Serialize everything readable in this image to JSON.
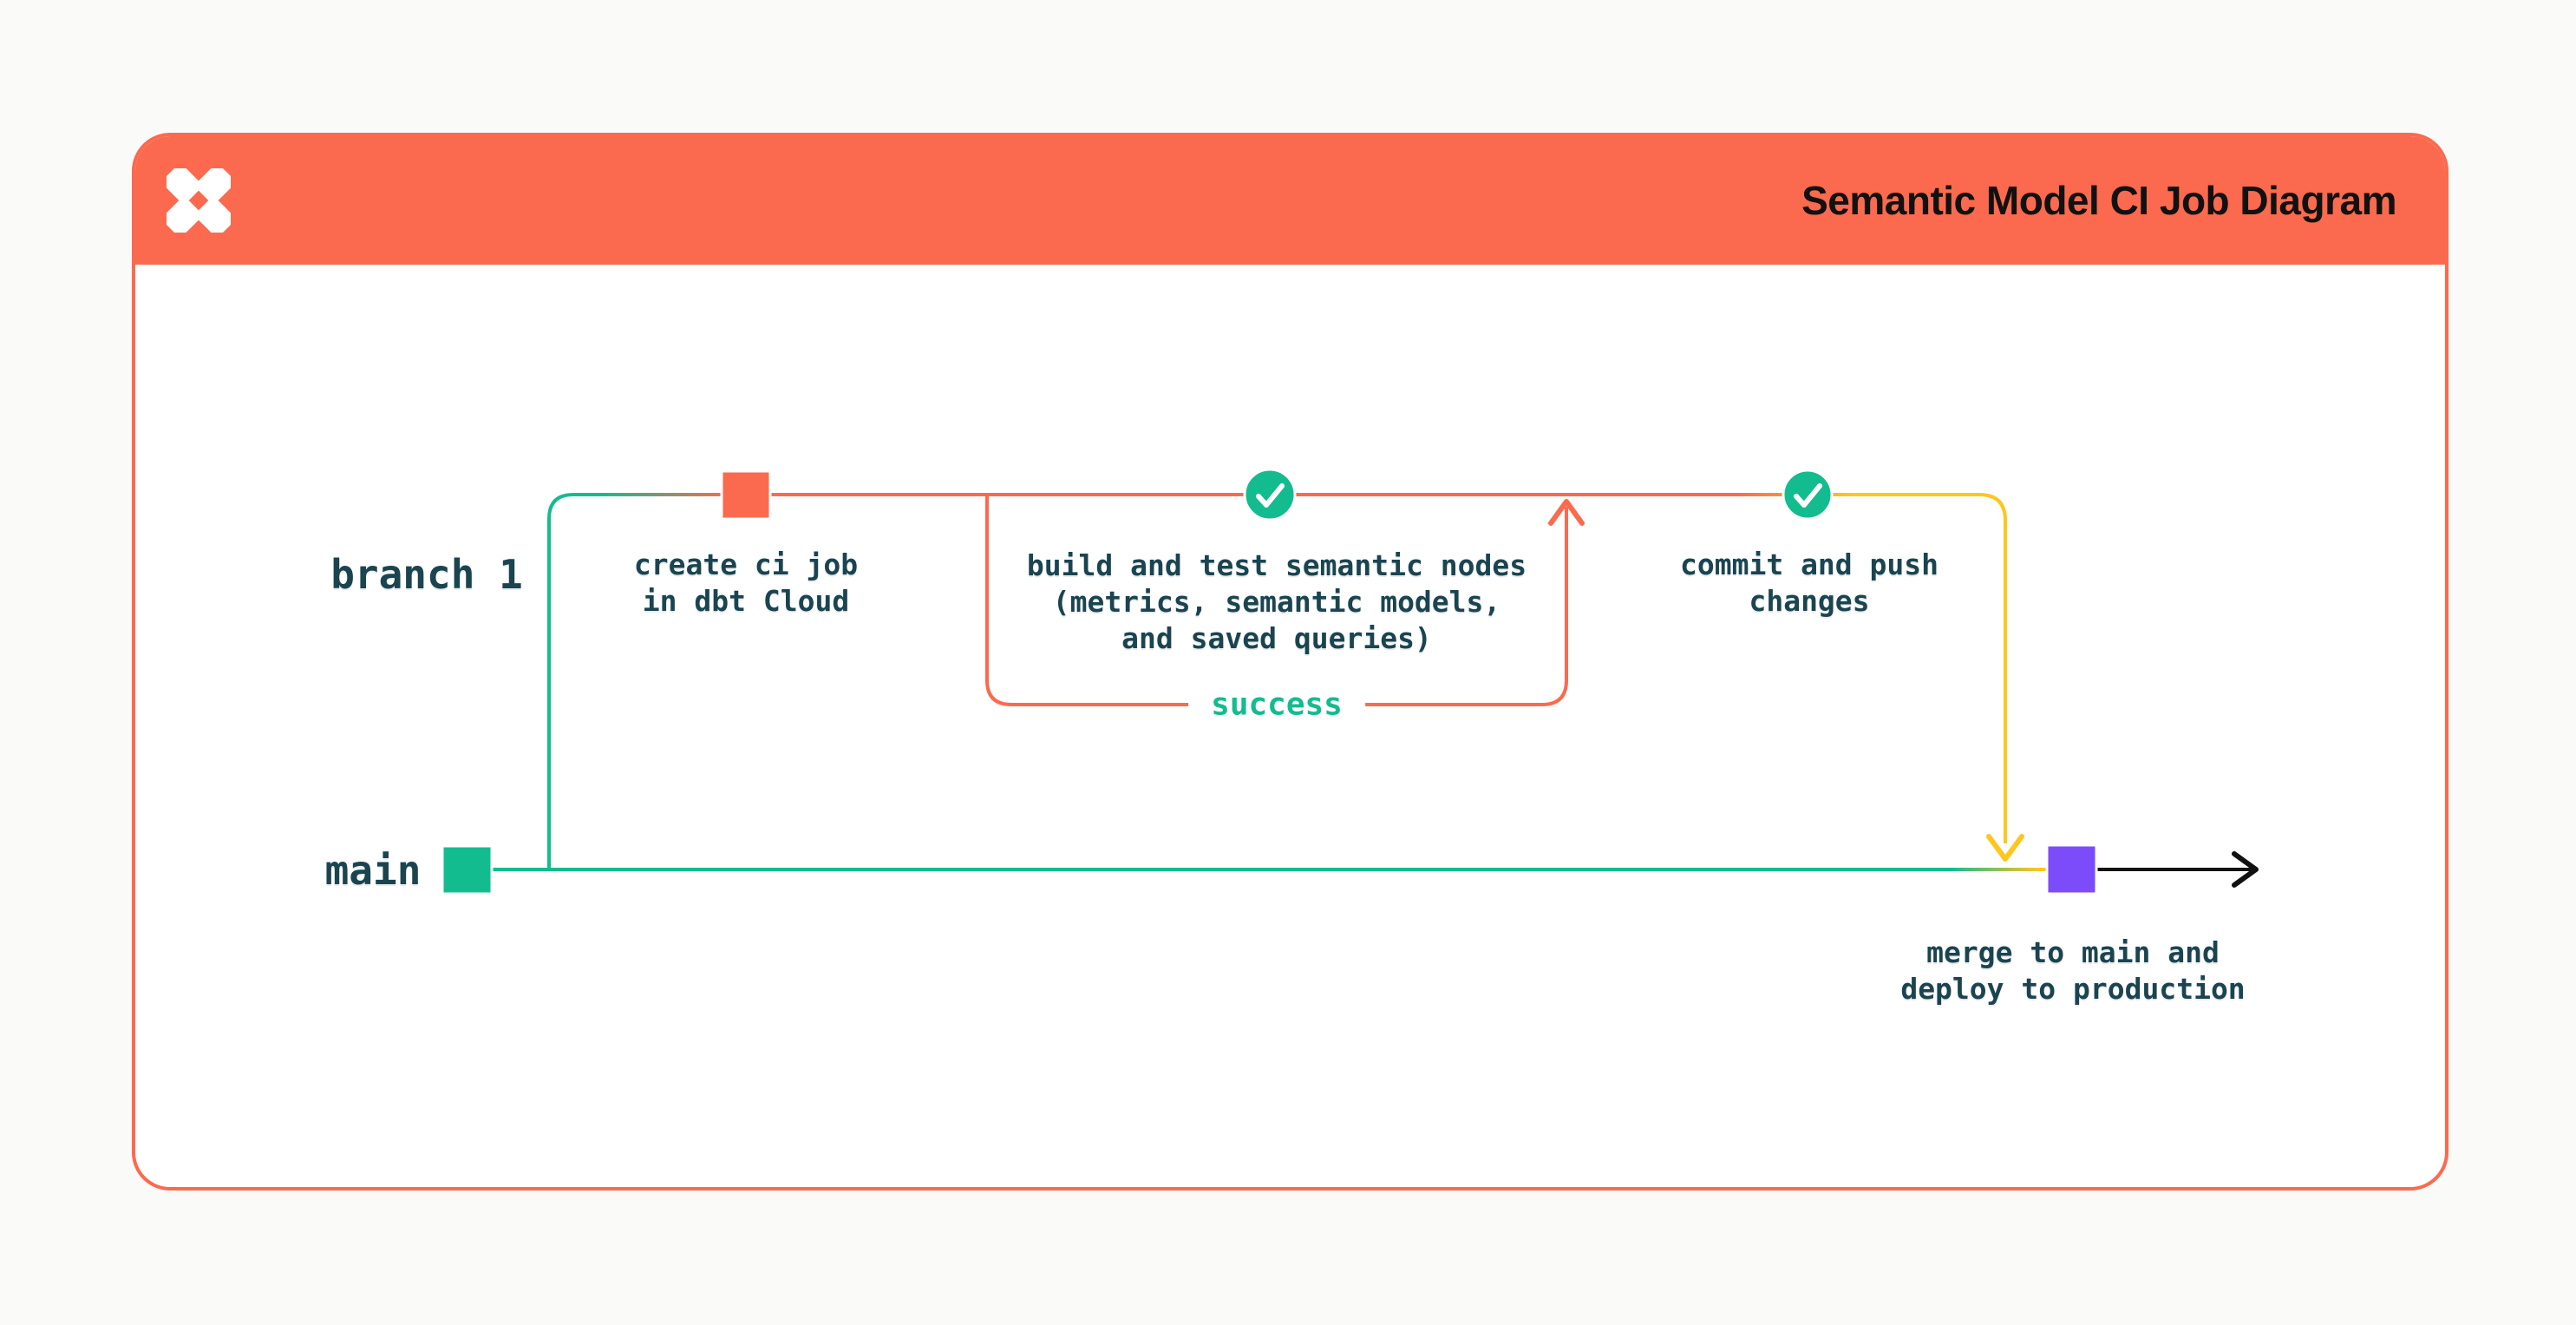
{
  "page": {
    "background": "#FAFAF8"
  },
  "header": {
    "title": "Semantic Model CI Job Diagram",
    "logo": "dbt-logo",
    "background": "#FB6A4E"
  },
  "palette": {
    "orange": "#FB6A4E",
    "green": "#13BC8E",
    "yellow": "#FFC61F",
    "purple": "#7C4BFA",
    "ink": "#1A4450",
    "title_ink": "#111111"
  },
  "diagram": {
    "branch_label": "branch 1",
    "main_label": "main",
    "create_ci_caption": "create ci job\nin dbt Cloud",
    "build_test_caption": "build and test semantic nodes\n(metrics, semantic models,\nand saved queries)",
    "success_label": "success",
    "commit_push_caption": "commit and push\nchanges",
    "merge_caption": "merge to main and\ndeploy to production"
  }
}
